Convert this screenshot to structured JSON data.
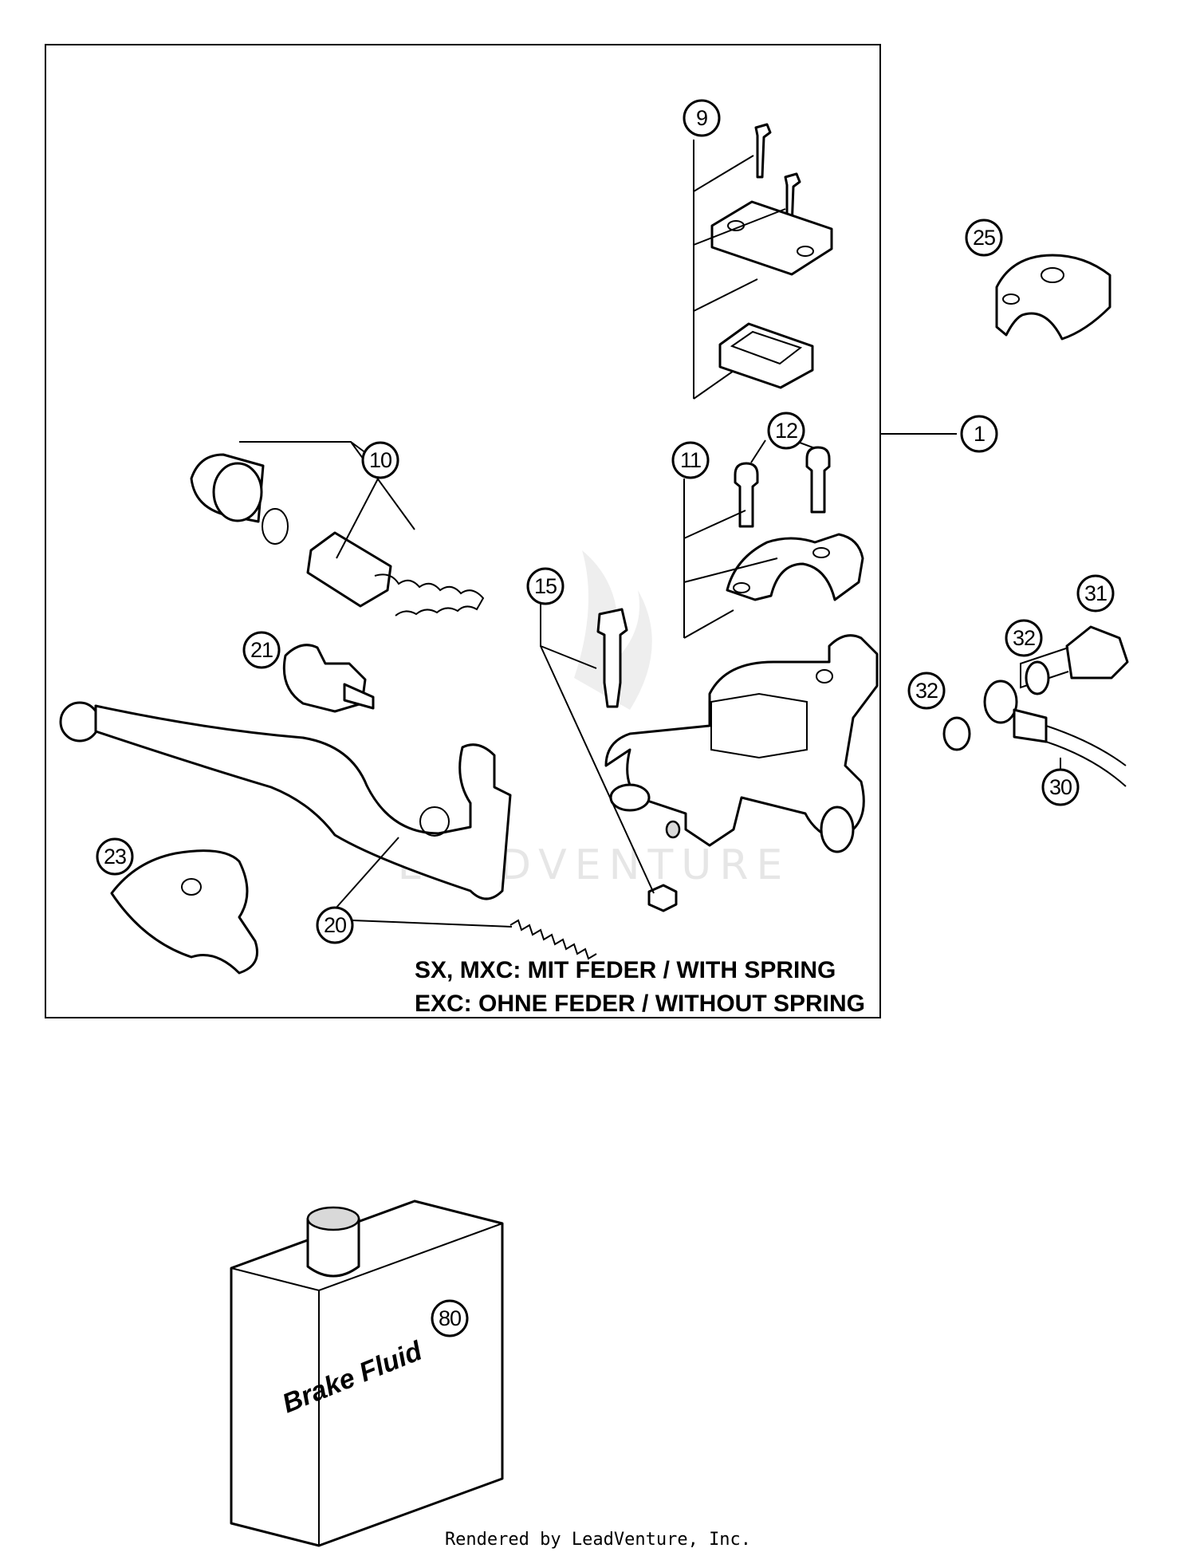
{
  "diagram": {
    "callouts": [
      "1",
      "9",
      "10",
      "11",
      "12",
      "15",
      "20",
      "21",
      "23",
      "25",
      "30",
      "31",
      "32",
      "32",
      "80"
    ],
    "notes": [
      "SX, MXC: MIT FEDER / WITH SPRING",
      "EXC: OHNE FEDER / WITHOUT SPRING"
    ],
    "bottle_label": "Brake Fluid",
    "watermark": "LEADVENTURE"
  },
  "footer": "Rendered by LeadVenture, Inc."
}
